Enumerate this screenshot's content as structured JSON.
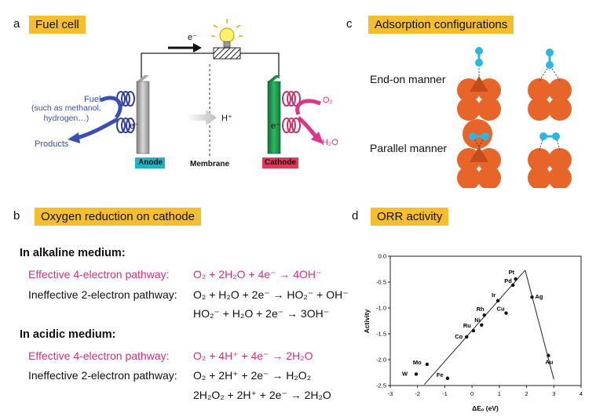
{
  "panels": {
    "a": {
      "letter": "a",
      "title": "Fuel cell"
    },
    "b": {
      "letter": "b",
      "title": "Oxygen reduction on cathode"
    },
    "c": {
      "letter": "c",
      "title": "Adsorption configurations"
    },
    "d": {
      "letter": "d",
      "title": "ORR activity"
    }
  },
  "fuel_cell": {
    "electron_top": "e⁻",
    "fuel": "Fuel",
    "fuel_note": "(such as methanol,\nhydrogen…)",
    "products": "Products",
    "electron_anode": "e⁻",
    "proton": "H⁺",
    "electron_cathode": "e⁻",
    "o2": "O₂",
    "h2o": "H₂O",
    "anode": "Anode",
    "membrane": "Membrane",
    "cathode": "Cathode",
    "colors": {
      "anode_label": "#19b6c9",
      "cathode_label": "#e5375a",
      "fuel_arrow": "#3a4fb4",
      "o2_arrow": "#e0338a",
      "cathode_plate": "#1e9a4c"
    }
  },
  "reactions": {
    "alkaline_heading": "In alkaline medium:",
    "alkaline": [
      {
        "label": "Effective 4-electron pathway:",
        "eq": "O₂ + 2H₂O + 4e⁻ → 4OH⁻",
        "effective": true
      },
      {
        "label": "Ineffective 2-electron pathway:",
        "eq": "O₂ + H₂O + 2e⁻ → HO₂⁻ + OH⁻",
        "effective": false
      },
      {
        "label": "",
        "eq": "HO₂⁻ + H₂O + 2e⁻ → 3OH⁻",
        "effective": false
      }
    ],
    "acidic_heading": "In acidic medium:",
    "acidic": [
      {
        "label": "Effective 4-electron pathway:",
        "eq": "O₂ + 4H⁺ + 4e⁻ → 2H₂O",
        "effective": true
      },
      {
        "label": "Ineffective 2-electron pathway:",
        "eq": "O₂ + 2H⁺ + 2e⁻ → H₂O₂",
        "effective": false
      },
      {
        "label": "",
        "eq": "2H₂O₂ + 2H⁺ + 2e⁻ → 2H₂O",
        "effective": false
      }
    ]
  },
  "adsorption": {
    "end_on": "End-on manner",
    "parallel": "Parallel manner",
    "colors": {
      "metal": "#e8652a",
      "metal_dark": "#c24d18",
      "oxygen": "#2bb8e0"
    }
  },
  "chart_data": {
    "type": "scatter",
    "xlabel": "ΔEₒ (eV)",
    "ylabel": "Activity",
    "xlim": [
      -3,
      4
    ],
    "ylim": [
      -2.5,
      0
    ],
    "xticks": [
      "-3",
      "-2",
      "-1",
      "0",
      "1",
      "2",
      "3",
      "4"
    ],
    "yticks": [
      "0.0",
      "-0.5",
      "-1.0",
      "-1.5",
      "-2.0",
      "-2.5"
    ],
    "points": [
      {
        "label": "W",
        "x": -2.05,
        "y": -2.28
      },
      {
        "label": "Mo",
        "x": -1.65,
        "y": -2.09
      },
      {
        "label": "Fe",
        "x": -0.9,
        "y": -2.36
      },
      {
        "label": "Co",
        "x": -0.2,
        "y": -1.56
      },
      {
        "label": "Ru",
        "x": 0.05,
        "y": -1.44
      },
      {
        "label": "Ni",
        "x": 0.35,
        "y": -1.33
      },
      {
        "label": "Rh",
        "x": 0.45,
        "y": -1.14
      },
      {
        "label": "Ir",
        "x": 0.95,
        "y": -0.86
      },
      {
        "label": "Cu",
        "x": 1.25,
        "y": -1.1
      },
      {
        "label": "Pd",
        "x": 1.5,
        "y": -0.56
      },
      {
        "label": "Pt",
        "x": 1.6,
        "y": -0.44
      },
      {
        "label": "Ag",
        "x": 2.2,
        "y": -0.79
      },
      {
        "label": "Au",
        "x": 2.8,
        "y": -1.92
      }
    ],
    "volcano_lines": [
      {
        "x1": -1.75,
        "y1": -2.48,
        "x2": 1.95,
        "y2": -0.27
      },
      {
        "x1": 1.95,
        "y1": -0.27,
        "x2": 3.0,
        "y2": -2.38
      }
    ],
    "grid": false
  }
}
